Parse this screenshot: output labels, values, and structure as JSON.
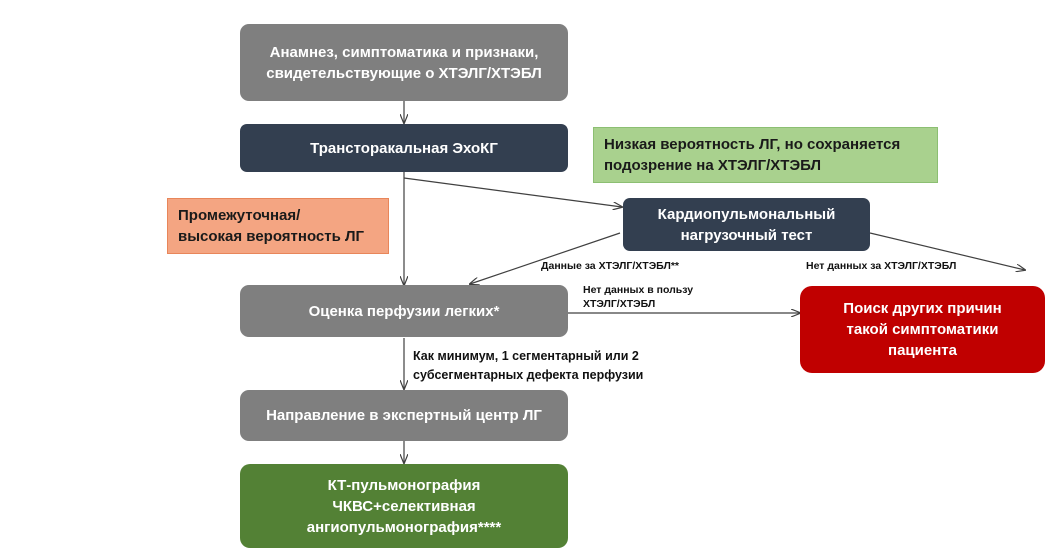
{
  "boxes": {
    "anamnesis": "Анамнез, симптоматика и признаки,\nсвидетельствующие о ХТЭЛГ/ХТЭБЛ",
    "echo": "Трансторакальная ЭхоКГ",
    "low_prob": "Низкая вероятность ЛГ, но сохраняется\nподозрение на ХТЭЛГ/ХТЭБЛ",
    "intermediate": "Промежуточная/\nвысокая вероятность ЛГ",
    "cpet": "Кардиопульмональный\nнагрузочный  тест",
    "perfusion": "Оценка перфузии легких*",
    "other_causes": "Поиск других причин\nтакой симптоматики\nпациента",
    "referral": "Направление в экспертный центр ЛГ",
    "ct": "КТ-пульмонография\nЧКВС+селективная\nангиопульмонография****"
  },
  "labels": {
    "data_for": "Данные за ХТЭЛГ/ХТЭБЛ**",
    "no_data_for": "Нет данных за ХТЭЛГ/ХТЭБЛ",
    "no_data_favor": "Нет данных в пользу\nХТЭЛГ/ХТЭБЛ",
    "min_defect": "Как минимум, 1 сегментарный или 2\nсубсегментарных дефекта перфузии"
  },
  "colors": {
    "gray": "#7f7f7f",
    "navy": "#333f50",
    "red": "#c00000",
    "green": "#538135",
    "light_green": "#a9d18e",
    "orange": "#f4a582",
    "arrow": "#404040"
  }
}
